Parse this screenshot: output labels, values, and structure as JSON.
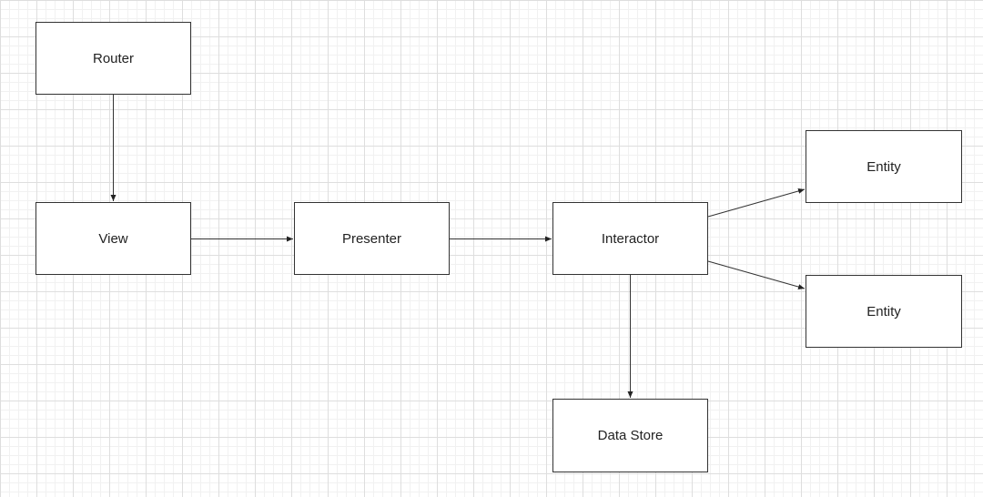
{
  "diagram": {
    "nodes": [
      {
        "id": "router",
        "label": "Router"
      },
      {
        "id": "view",
        "label": "View"
      },
      {
        "id": "presenter",
        "label": "Presenter"
      },
      {
        "id": "interactor",
        "label": "Interactor"
      },
      {
        "id": "entity_1",
        "label": "Entity"
      },
      {
        "id": "entity_2",
        "label": "Entity"
      },
      {
        "id": "data_store",
        "label": "Data Store"
      }
    ],
    "edges": [
      {
        "from": "router",
        "to": "view"
      },
      {
        "from": "view",
        "to": "presenter"
      },
      {
        "from": "presenter",
        "to": "interactor"
      },
      {
        "from": "interactor",
        "to": "entity_1"
      },
      {
        "from": "interactor",
        "to": "entity_2"
      },
      {
        "from": "interactor",
        "to": "data_store"
      }
    ],
    "colors": {
      "stroke": "#333333",
      "grid_major": "#dedede",
      "grid_minor": "#f1f1f1",
      "background": "#ffffff"
    }
  }
}
